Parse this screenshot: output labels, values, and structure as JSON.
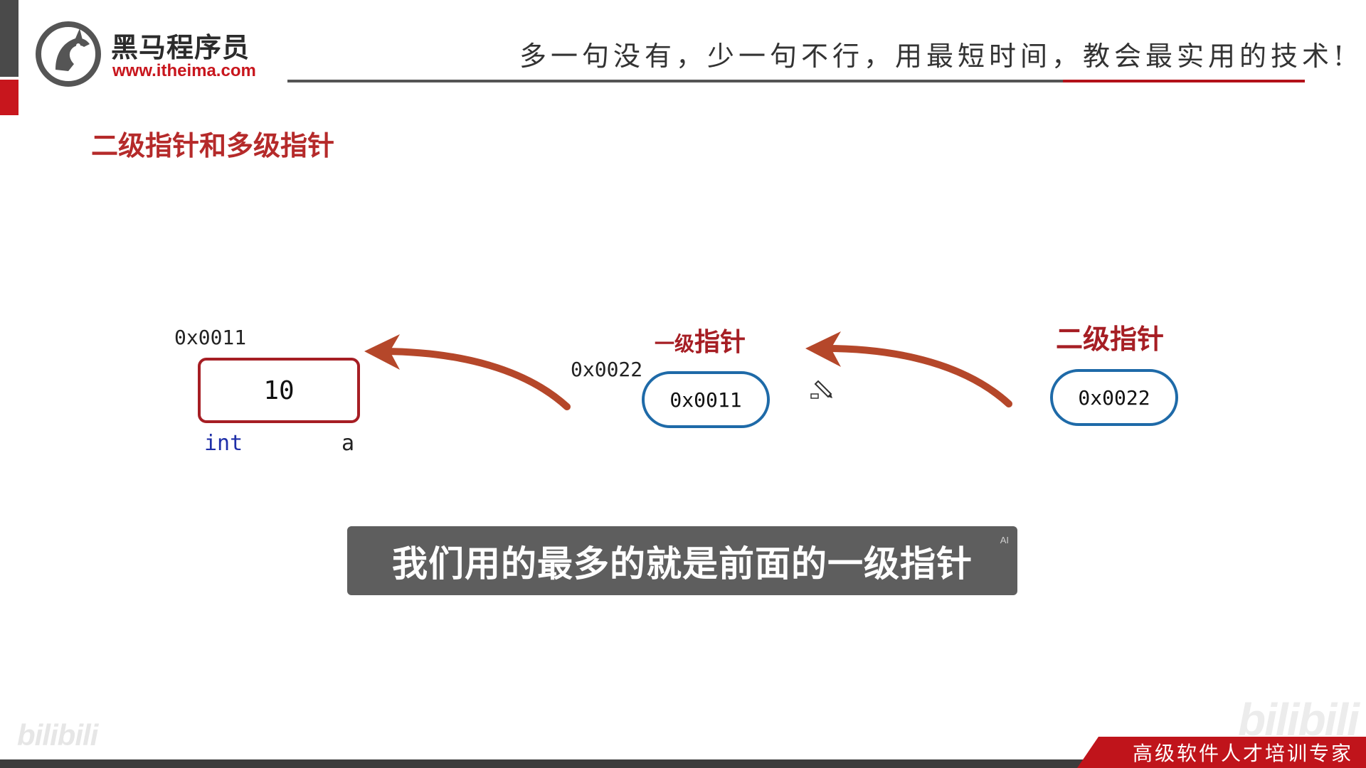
{
  "header": {
    "brand_name": "黑马程序员",
    "brand_url": "www.itheima.com",
    "slogan": "多一句没有，少一句不行，用最短时间，教会最实用的技术!"
  },
  "slide": {
    "title": "二级指针和多级指针"
  },
  "diagram": {
    "variable": {
      "address": "0x0011",
      "value": "10",
      "type": "int",
      "name": "a"
    },
    "pointer1": {
      "label_prefix": "一级",
      "label_suffix": "指针",
      "address": "0x0022",
      "value": "0x0011"
    },
    "pointer2": {
      "label": "二级指针",
      "value": "0x0022"
    },
    "colors": {
      "variable_border": "#a61e24",
      "pointer_border": "#1e6aa8",
      "arrow": "#b5472a",
      "label_red": "#a61e24",
      "type_blue": "#1f2fa8"
    }
  },
  "caption": {
    "text": "我们用的最多的就是前面的一级指针",
    "ai_badge": "AI"
  },
  "watermarks": {
    "left": "bilibili",
    "right": "bilibili"
  },
  "footer": {
    "tagline": "高级软件人才培训专家"
  },
  "icons": {
    "logo": "horse-head-logo-icon",
    "cursor": "pen-cursor-icon"
  }
}
